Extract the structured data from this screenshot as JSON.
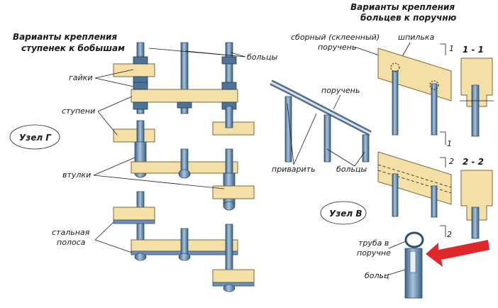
{
  "left_block": {
    "title_line1": "Варианты крепления",
    "title_line2": "ступенек к бобышам",
    "labels": {
      "boltsy": "больцы",
      "gaiki": "гайки",
      "stupeni": "ступени",
      "vtulki": "втулки",
      "stalnaya_line1": "стальная",
      "stalnaya_line2": "полоса"
    },
    "node_label": "Узел Г"
  },
  "middle_block": {
    "labels": {
      "poruchen": "поручень",
      "privarit": "приварить",
      "boltsy": "больцы"
    },
    "node_label": "Узел В"
  },
  "right_block": {
    "title_line1": "Варианты крепления",
    "title_line2": "больцев к поручню",
    "labels": {
      "sborny_line1": "сборный (склеенный)",
      "sborny_line2": "поручень",
      "shpilka": "шпилька",
      "truba_line1": "труба в",
      "truba_line2": "поручне",
      "bolts": "больц"
    },
    "section_1": "1 - 1",
    "section_2": "2 - 2",
    "cut_1": "1",
    "cut_2": "2"
  },
  "colors": {
    "wood": "#f4dfa6",
    "rod": "#6d93b8",
    "arrow": "#e0282a"
  }
}
